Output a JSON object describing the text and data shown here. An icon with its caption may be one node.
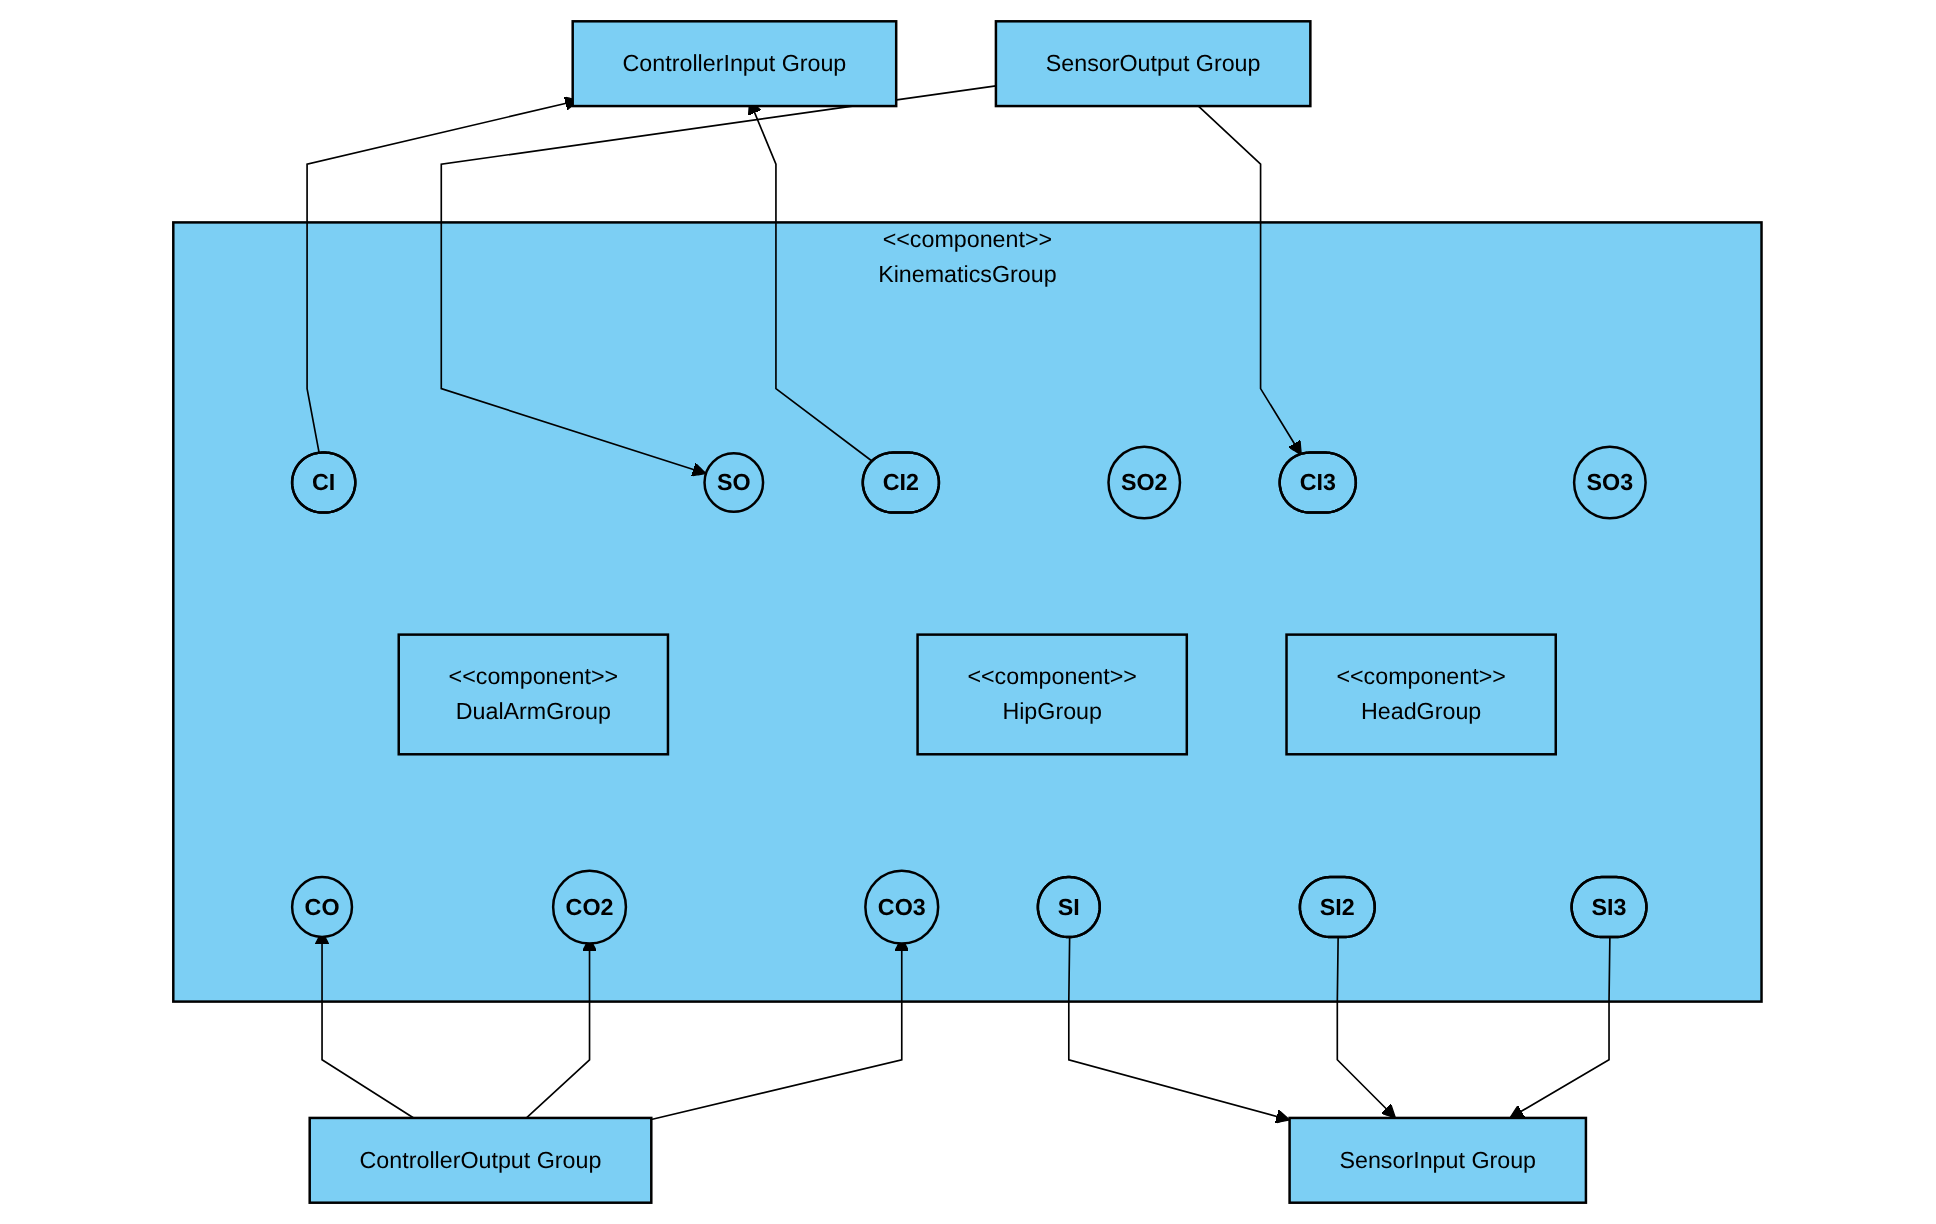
{
  "diagram": {
    "nodes": [
      {
        "text": [
          "<<component>>",
          "KinematicsGroup"
        ]
      },
      {
        "text": [
          "ControllerInput Group"
        ]
      },
      {
        "text": [
          "SensorOutput Group"
        ]
      },
      {
        "text": [
          "CI"
        ],
        "in": 0
      },
      {
        "text": [
          "SO"
        ],
        "in": 0
      },
      {
        "text": [
          "CI2"
        ],
        "in": 0
      },
      {
        "text": [
          "SO2"
        ],
        "in": 0
      },
      {
        "text": [
          "CI3"
        ],
        "in": 0
      },
      {
        "text": [
          "SO3"
        ],
        "in": 0
      },
      {
        "text": [
          "<<component>>",
          "DualArmGroup"
        ],
        "in": 0
      },
      {
        "text": [
          "<<component>>",
          "HipGroup"
        ],
        "in": 0
      },
      {
        "text": [
          "<<component>>",
          "HeadGroup"
        ],
        "in": 0
      },
      {
        "text": [
          "CO"
        ],
        "in": 0
      },
      {
        "text": [
          "SI"
        ],
        "in": 0
      },
      {
        "text": [
          "CO2"
        ],
        "in": 0
      },
      {
        "text": [
          "SI2"
        ],
        "in": 0
      },
      {
        "text": [
          "CO3"
        ],
        "in": 0
      },
      {
        "text": [
          "SI3"
        ],
        "in": 0
      },
      {
        "text": [
          "ControllerOutput Group"
        ]
      },
      {
        "text": [
          "SensorInput Group"
        ]
      }
    ],
    "edges": [
      {
        "from": 3,
        "to": 1,
        "arrow": "to"
      },
      {
        "from": 5,
        "to": 1,
        "arrow": "to"
      },
      {
        "from": 2,
        "to": 4,
        "arrow": "to"
      },
      {
        "from": 2,
        "to": 7,
        "arrow": "to"
      },
      {
        "from": 18,
        "to": 12,
        "arrow": "to"
      },
      {
        "from": 18,
        "to": 14,
        "arrow": "to"
      },
      {
        "from": 18,
        "to": 16,
        "arrow": "to"
      },
      {
        "from": 13,
        "to": 19,
        "arrow": "to"
      },
      {
        "from": 15,
        "to": 19,
        "arrow": "to"
      },
      {
        "from": 17,
        "to": 19,
        "arrow": "to"
      }
    ]
  }
}
